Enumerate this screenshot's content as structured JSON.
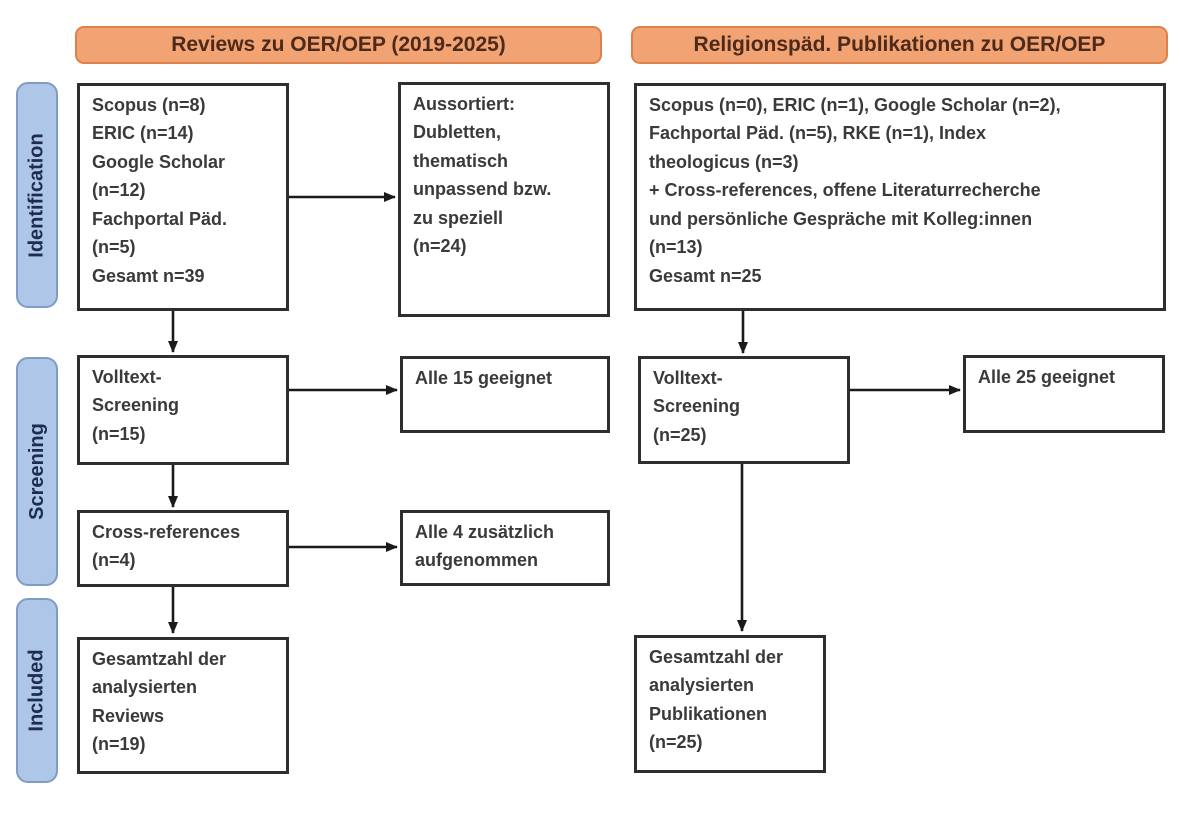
{
  "headers": {
    "left": "Reviews zu OER/OEP (2019-2025)",
    "right": "Religionspäd. Publikationen zu OER/OEP"
  },
  "sidebar": {
    "identification": "Identification",
    "screening": "Screening",
    "included": "Included"
  },
  "left_column": {
    "sources": "Scopus (n=8)\nERIC (n=14)\nGoogle Scholar\n(n=12)\nFachportal Päd.\n(n=5)\nGesamt n=39",
    "excluded": "Aussortiert:\nDubletten,\nthematisch\nunpassend bzw.\nzu speziell\n(n=24)",
    "fulltext": "Volltext-\nScreening\n(n=15)",
    "fulltext_result": "Alle 15 geeignet",
    "crossref": "Cross-references\n(n=4)",
    "crossref_result": "Alle 4 zusätzlich\naufgenommen",
    "total": "Gesamtzahl der\nanalysierten\nReviews\n(n=19)"
  },
  "right_column": {
    "sources": "Scopus (n=0), ERIC (n=1), Google Scholar (n=2),\nFachportal Päd. (n=5), RKE (n=1), Index\ntheologicus (n=3)\n+ Cross-references, offene Literaturrecherche\nund persönliche Gespräche mit Kolleg:innen\n(n=13)\nGesamt n=25",
    "fulltext": "Volltext-\nScreening\n(n=25)",
    "fulltext_result": "Alle 25 geeignet",
    "total": "Gesamtzahl der\nanalysierten\nPublikationen\n(n=25)"
  },
  "colors": {
    "header_fill": "#F2A374",
    "header_border": "#DD8049",
    "header_text": "#4E2A1B",
    "side_fill": "#AEC6E8",
    "side_border": "#7E9CC4",
    "side_text": "#1D2D50",
    "box_border": "#2E2E2E",
    "box_text": "#3A3A3A",
    "arrow": "#1A1A1A"
  }
}
